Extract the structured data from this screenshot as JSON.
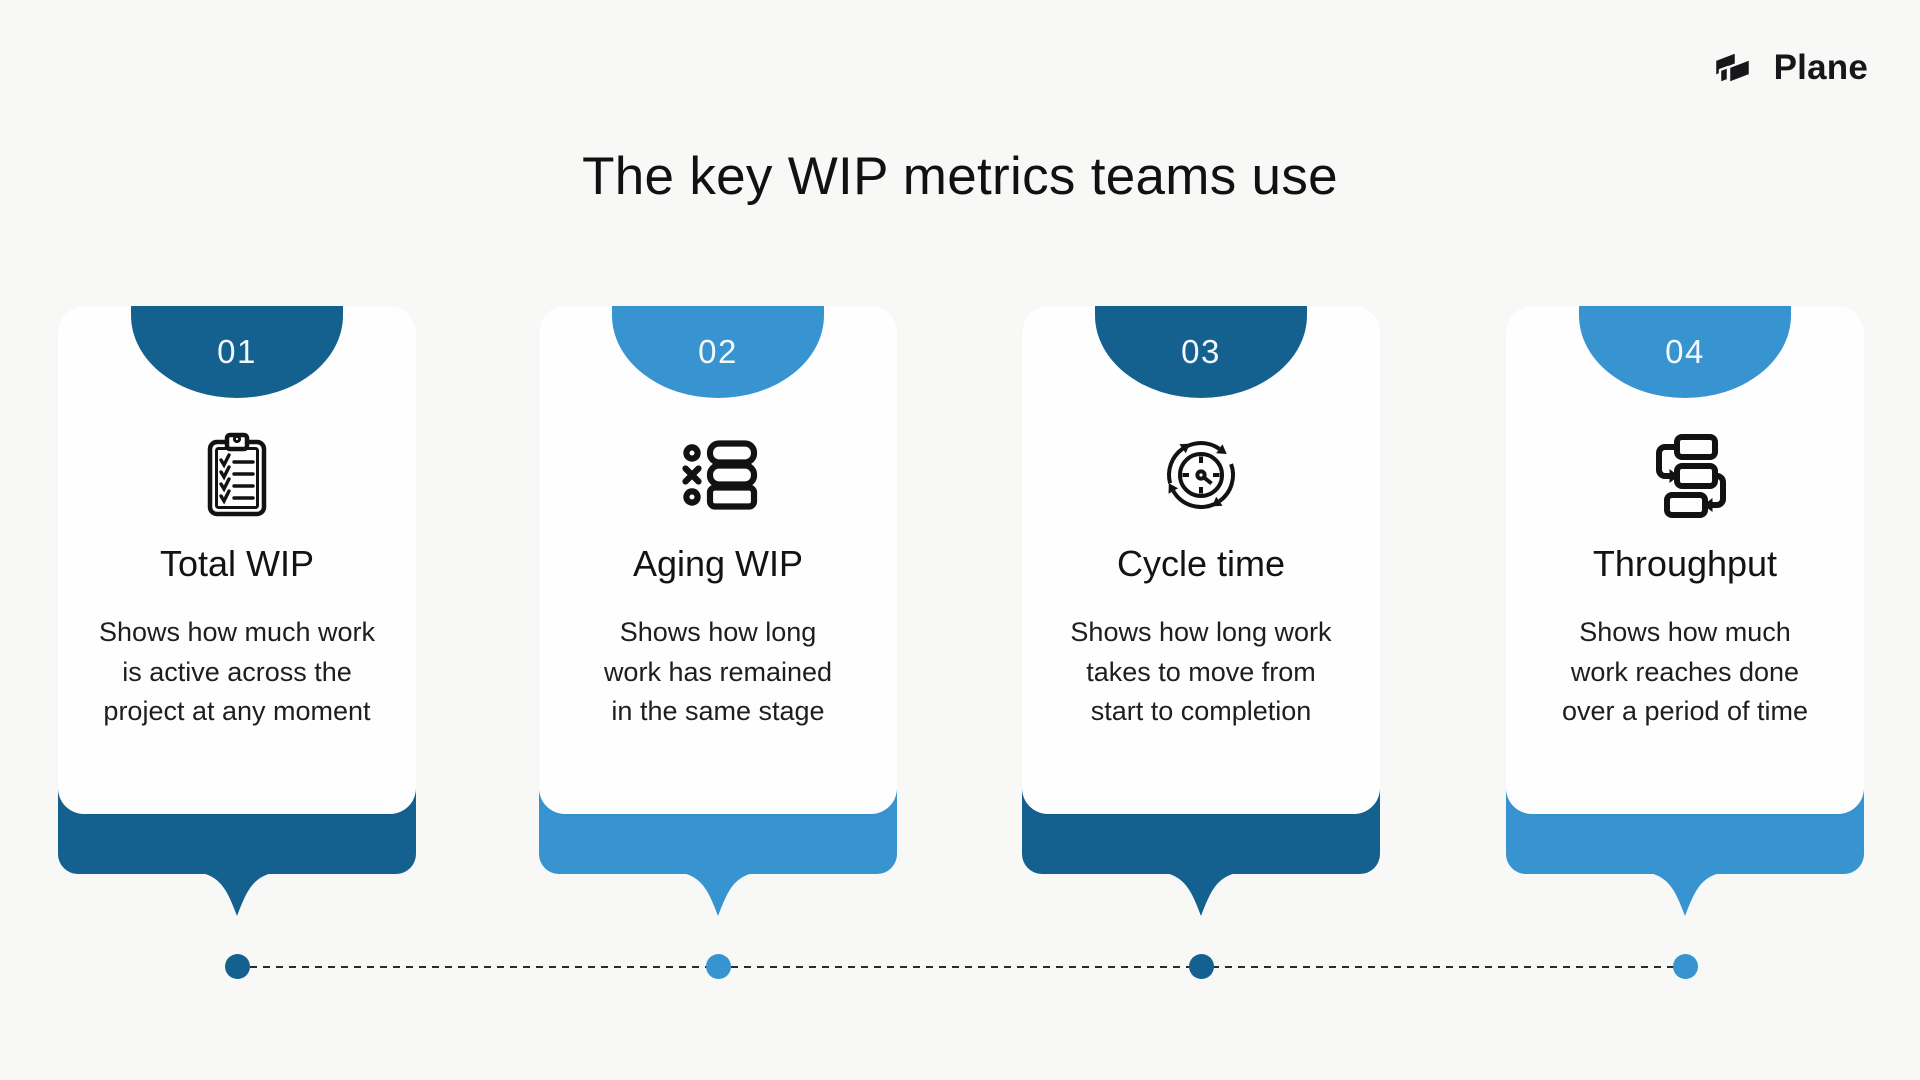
{
  "page": {
    "title": "The key WIP metrics teams use",
    "background": "#f8f8f6"
  },
  "brand": {
    "name": "Plane",
    "logo_icon": "plane-logo-icon",
    "color": "#17171b"
  },
  "colors": {
    "dark_blue": "#14608f",
    "light_blue": "#3794d1",
    "card_background": "#fefefe",
    "text": "#131316"
  },
  "cards": [
    {
      "number": "01",
      "accent": "#14608f",
      "icon": "clipboard-checklist-icon",
      "title": "Total WIP",
      "description": "Shows how much work\nis active across the\nproject at any moment"
    },
    {
      "number": "02",
      "accent": "#3794d1",
      "icon": "task-list-icon",
      "title": "Aging WIP",
      "description": "Shows how long\nwork has remained\nin the same stage"
    },
    {
      "number": "03",
      "accent": "#14608f",
      "icon": "cycle-clock-icon",
      "title": "Cycle time",
      "description": "Shows how long work\ntakes to move from\nstart to completion"
    },
    {
      "number": "04",
      "accent": "#3794d1",
      "icon": "workflow-arrows-icon",
      "title": "Throughput",
      "description": "Shows how much\nwork reaches done\nover a period of time"
    }
  ],
  "timeline": {
    "dots": [
      {
        "accent": "#14608f"
      },
      {
        "accent": "#3794d1"
      },
      {
        "accent": "#14608f"
      },
      {
        "accent": "#3794d1"
      }
    ]
  }
}
